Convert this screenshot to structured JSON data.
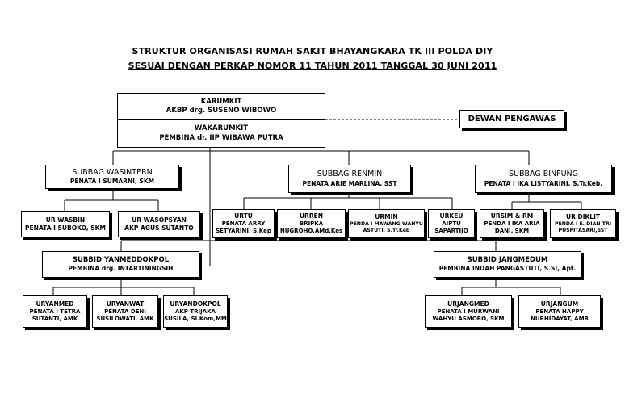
{
  "title_line1": "STRUKTUR ORGANISASI RUMAH SAKIT BHAYANGKARA TK III POLDA DIY",
  "title_line2": "SESUAI DENGAN PERKAP NOMOR 11 TAHUN 2011 TANGGAL 30 JUNI 2011",
  "karumkit": {
    "role": "KARUMKIT",
    "person": "AKBP drg. SUSENO WIBOWO"
  },
  "wakarumkit": {
    "role": "WAKARUMKIT",
    "person": "PEMBINA dr. IIP WIBAWA PUTRA"
  },
  "dewan": {
    "role": "DEWAN PENGAWAS"
  },
  "wasintern": {
    "role": "SUBBAG WASINTERN",
    "person": "PENATA I SUMARNI, SKM"
  },
  "renmin": {
    "role": "SUBBAG RENMIN",
    "person": "PENATA ARIE MARLINA, SST"
  },
  "binfung": {
    "role": "SUBBAG BINFUNG",
    "person": "PENATA I IKA LISTYARINI, S.Tr.Keb."
  },
  "urwasbin": {
    "role": "UR WASBIN",
    "person": "PENATA I SUBOKO, SKM"
  },
  "urwasopsyan": {
    "role": "UR WASOPSYAN",
    "person": "AKP AGUS SUTANTO"
  },
  "urtu": {
    "role": "URTU",
    "person1": "PENATA ARRY",
    "person2": "SETYARINI, S.Kep"
  },
  "urren": {
    "role": "URREN",
    "person1": "BRIPKA",
    "person2": "NUGROHO,AMd.Kes"
  },
  "urmin": {
    "role": "URMIN",
    "person1": "PENDA I MAWANG WAHYU",
    "person2": "ASTUTI, S.Tr.Keb"
  },
  "urkeu": {
    "role": "URKEU",
    "person1": "AIPTU",
    "person2": "SAPARTIJO"
  },
  "ursim": {
    "role": "URSIM & RM",
    "person1": "PENDA I IKA ARIA",
    "person2": "DANI, SKM"
  },
  "urdiklit": {
    "role": "UR DIKLIT",
    "person1": "PENDA I E. DIAN TRI",
    "person2": "PUSPITASARI,SST"
  },
  "yanmed": {
    "role": "SUBBID YANMEDDOKPOL",
    "person": "PEMBINA drg. INTARTININGSIH"
  },
  "jangmedum": {
    "role": "SUBBID JANGMEDUM",
    "person": "PEMBINA INDAH PANGASTUTI, S.SI, Apt."
  },
  "uryanmed": {
    "role": "URYANMED",
    "person1": "PENATA I TETRA",
    "person2": "SUTANTI, AMK"
  },
  "uryanwat": {
    "role": "URYANWAT",
    "person1": "PENATA DENI",
    "person2": "SUSILOWATI, AMK"
  },
  "uryandokpol": {
    "role": "URYANDOKPOL",
    "person1": "AKP TRIJAKA",
    "person2": "SUSILA, SI.Kom,MM"
  },
  "urjangmed": {
    "role": "URJANGMED",
    "person1": "PENATA I MURWANI",
    "person2": "WAHYU ASMORO, SKM"
  },
  "urjangum": {
    "role": "URJANGUM",
    "person1": "PENATA HAPPY",
    "person2": "NURHIDAYAT, AMR"
  }
}
